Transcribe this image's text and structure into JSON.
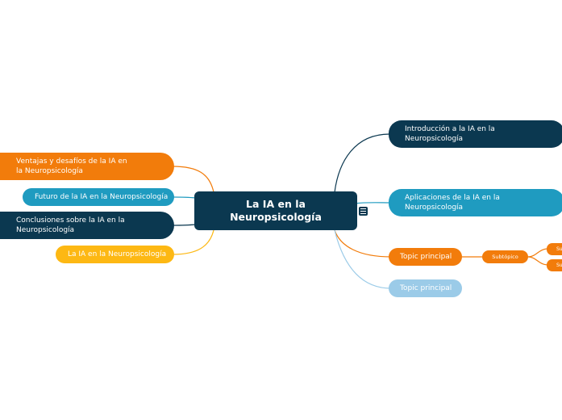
{
  "central": {
    "label": "La IA en la Neuropsicología",
    "notes_icon": "notes-icon"
  },
  "right_branches": [
    {
      "label": "Introducción a la IA en la Neuropsicología",
      "color": "#0b3850"
    },
    {
      "label": "Aplicaciones de la IA en la Neuropsicología",
      "color": "#1f9bc0"
    },
    {
      "label": "Topic principal",
      "color": "#f27c0b",
      "children": [
        {
          "label": "Subtópico",
          "color": "#f27c0b",
          "children": [
            {
              "label": "Su"
            },
            {
              "label": "Su"
            }
          ]
        }
      ]
    },
    {
      "label": "Topic principal",
      "color": "#9bcbe8"
    }
  ],
  "left_branches": [
    {
      "label": "Ventajas y desafíos de la IA en la Neuropsicología",
      "color": "#f27c0b"
    },
    {
      "label": "Futuro de la IA en la Neuropsicología",
      "color": "#1f9bc0"
    },
    {
      "label": "Conclusiones sobre la IA en la Neuropsicología",
      "color": "#0b3850"
    },
    {
      "label": "La IA en la Neuropsicología",
      "color": "#fdb813"
    }
  ]
}
